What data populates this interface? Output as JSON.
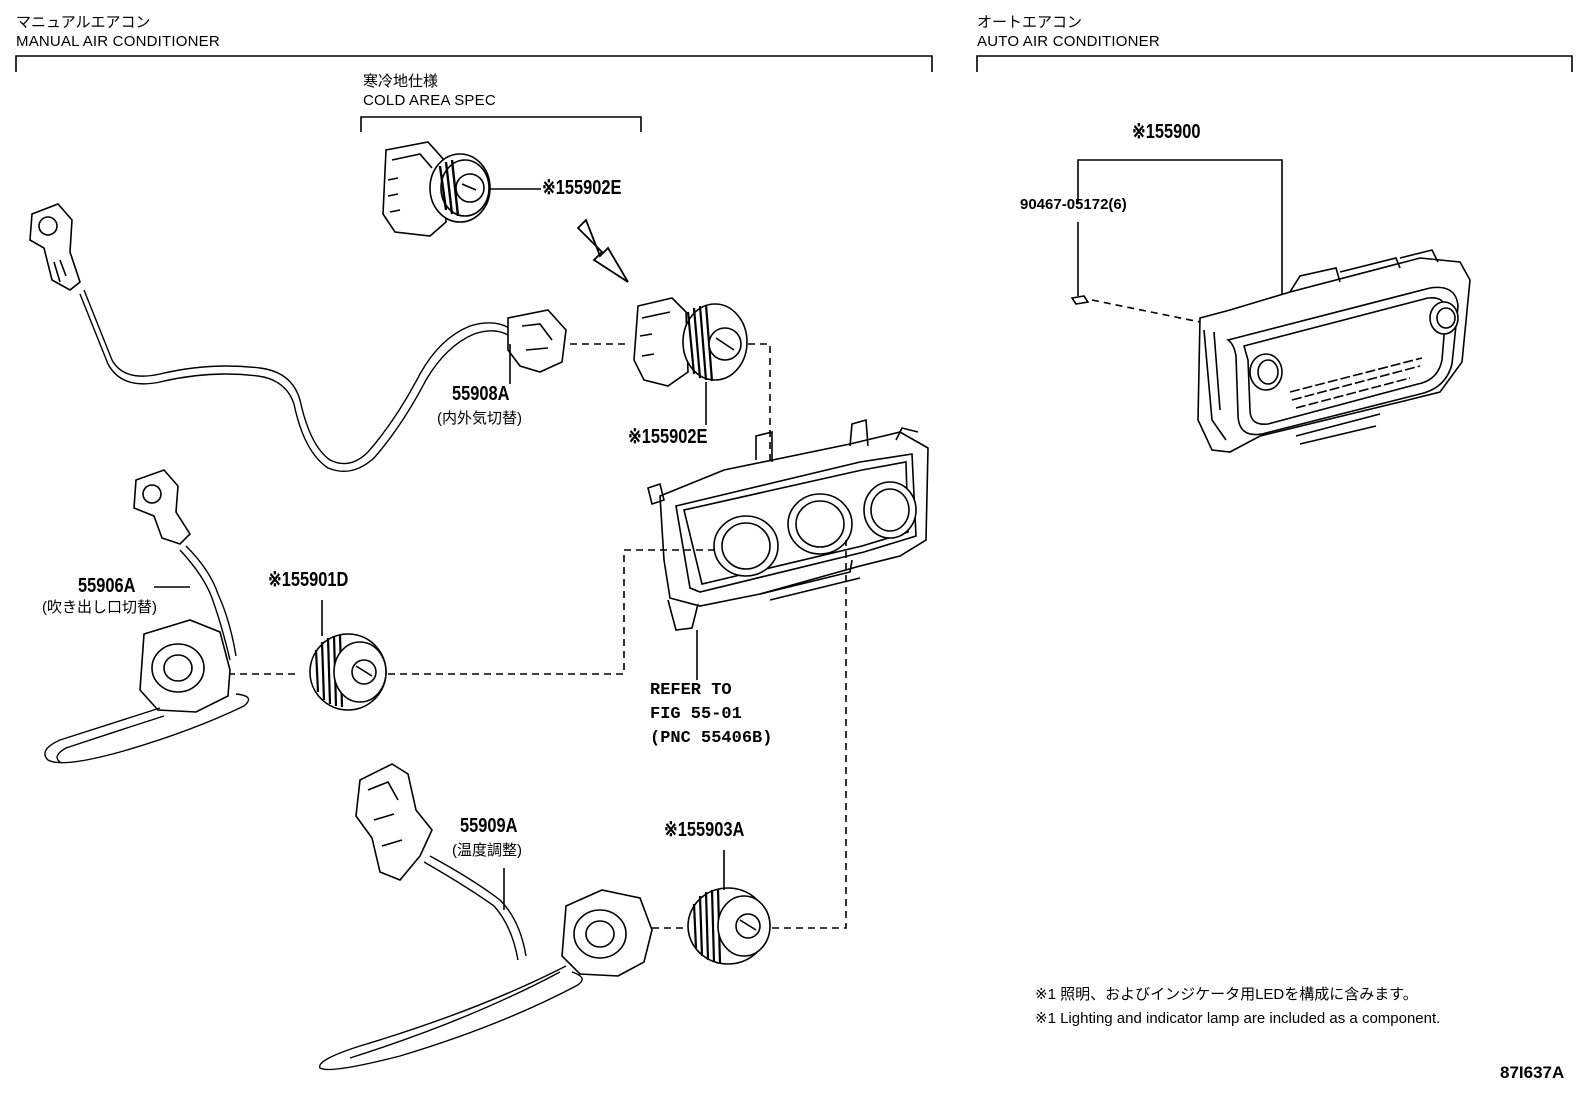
{
  "sections": {
    "manual": {
      "title_jp": "マニュアルエアコン",
      "title_en": "MANUAL AIR CONDITIONER"
    },
    "auto": {
      "title_jp": "オートエアコン",
      "title_en": "AUTO AIR CONDITIONER"
    },
    "cold_area": {
      "title_jp": "寒冷地仕様",
      "title_en": "COLD AREA SPEC"
    }
  },
  "parts": {
    "p55902E_cold": "※155902E",
    "p55902E": "※155902E",
    "p55908A": "55908A",
    "p55908A_sub": "(内外気切替)",
    "p55906A": "55906A",
    "p55906A_sub": "(吹き出し口切替)",
    "p55901D": "※155901D",
    "p55909A": "55909A",
    "p55909A_sub": "(温度調整)",
    "p55903A": "※155903A",
    "p55900": "※155900",
    "p90467": "90467-05172(6)"
  },
  "refer": {
    "line1": "REFER TO",
    "line2": "FIG 55-01",
    "line3": "(PNC 55406B)"
  },
  "notes": {
    "jp": "※1 照明、およびインジケータ用LEDを構成に含みます。",
    "en": "※1 Lighting and indicator lamp are included as a component."
  },
  "catalog_id": "87I637A",
  "colors": {
    "line": "#000000",
    "background": "#ffffff"
  }
}
